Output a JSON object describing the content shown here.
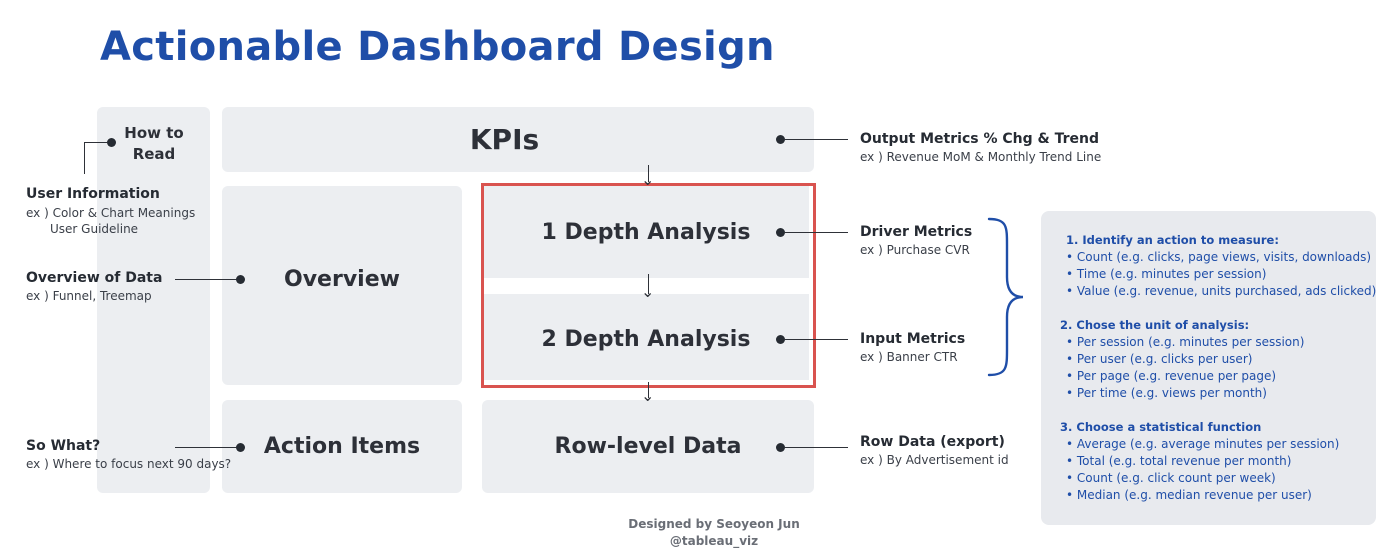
{
  "title": "Actionable Dashboard Design",
  "boxes": {
    "how_to_read": "How to Read",
    "kpis": "KPIs",
    "overview": "Overview",
    "depth1": "1 Depth Analysis",
    "depth2": "2 Depth Analysis",
    "action_items": "Action Items",
    "row_level": "Row-level Data"
  },
  "left_labels": {
    "user_info": {
      "heading": "User Information",
      "line1": "ex ) Color & Chart Meanings",
      "line2": "User Guideline"
    },
    "overview_data": {
      "heading": "Overview of Data",
      "line1": "ex ) Funnel, Treemap"
    },
    "so_what": {
      "heading": "So What?",
      "line1": "ex ) Where to focus next 90 days?"
    }
  },
  "right_labels": {
    "output": {
      "heading": "Output Metrics % Chg & Trend",
      "line1": "ex ) Revenue MoM & Monthly Trend Line"
    },
    "driver": {
      "heading": "Driver Metrics",
      "line1": "ex ) Purchase CVR"
    },
    "input": {
      "heading": "Input Metrics",
      "line1": "ex ) Banner CTR"
    },
    "row_data": {
      "heading": "Row Data (export)",
      "line1": "ex ) By Advertisement id"
    }
  },
  "panel": {
    "s1": {
      "heading": "1.  Identify an action to measure:",
      "items": [
        "•  Count (e.g. clicks, page views, visits, downloads)",
        "•  Time (e.g. minutes per session)",
        "•  Value (e.g. revenue, units purchased, ads clicked)"
      ]
    },
    "s2": {
      "heading": "2. Chose the unit of analysis:",
      "items": [
        "•  Per session (e.g. minutes per session)",
        "•  Per user (e.g. clicks per user)",
        "•  Per page (e.g. revenue per page)",
        "•  Per time (e.g. views per month)"
      ]
    },
    "s3": {
      "heading": "3. Choose a statistical function",
      "items": [
        "•  Average (e.g. average minutes per session)",
        "•  Total (e.g. total revenue per month)",
        "•  Count (e.g. click count per week)",
        "•  Median (e.g. median revenue per user)"
      ]
    }
  },
  "credit": {
    "line1": "Designed by Seoyeon Jun",
    "line2": "@tableau_viz"
  },
  "colors": {
    "accent": "#1f4ea8",
    "box": "#eceef1",
    "highlight": "#d9534f",
    "panel": "#e8eaee"
  }
}
